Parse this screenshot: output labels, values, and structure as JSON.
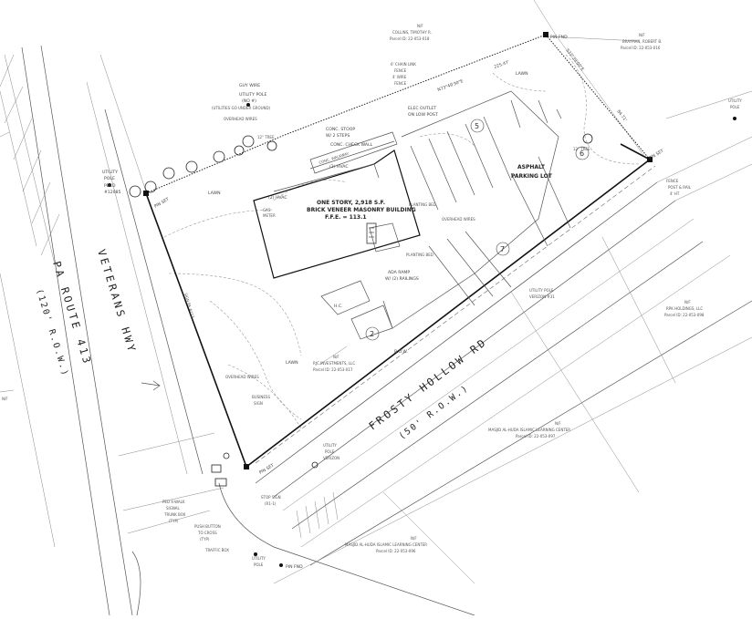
{
  "roads": {
    "route_line1": "PA ROUTE 413",
    "route_line2": "(120' R.O.W.)",
    "veterans": "VETERANS HWY",
    "frosty": "FROSTY HOLLOW RD",
    "frosty_row": "(50' R.O.W.)"
  },
  "building": {
    "line1": "ONE STORY, 2,918 S.F.",
    "line2": "BRICK VENEER MASONRY BUILDING",
    "line3": "F.F.E. = 113.1"
  },
  "labels": {
    "asphalt": "ASPHALT",
    "parking_lot": "PARKING LOT",
    "lawn": "LAWN",
    "pin_set": "PIN SET",
    "pin_fnd": "PIN FND",
    "bearing_top": "N73°49'30\"E",
    "dist_top": "225.47'",
    "bearing_right": "S33°39'00\"E",
    "dist_right": "84.71'",
    "ada_ramp_1": "ADA RAMP",
    "ada_ramp_2": "W/ (2) RAILINGS",
    "hc": "H.C.",
    "row": "R.O.W.",
    "conc_stoop_1": "CONC. STOOP",
    "conc_stoop_2": "W/ 2 STEPS",
    "conc_check_wall": "CONC. CHECK WALL",
    "conc_walkway": "CONC. WALKWAY",
    "elec_outlet_1": "ELEC OUTLET",
    "elec_outlet_2": "ON LOW POST",
    "chain_link_1": "6' CHAIN LINK",
    "chain_link_2": "FENCE",
    "chain_link_3": "4' WIRE",
    "chain_link_4": "FENCE",
    "utility_pole_fnd_1": "UTILITY",
    "utility_pole_fnd_2": "POLE",
    "utility_pole_fnd_3": "PECO",
    "utility_pole_fnd_4": "#12085",
    "guy_wire": "GUY WIRE",
    "utility_pole_2_1": "UTILITY POLE",
    "utility_pole_2_2": "(NO #)",
    "utilities_1": "(UTILITIES GO UNDER GROUND)",
    "overhead_wires": "OVERHEAD WIRES",
    "tree": "12\" TREE",
    "tree_right": "12\" TREE",
    "hvac": "(2) HVAC",
    "gas_meter_1": "GAS",
    "gas_meter_2": "METER",
    "planting_bed": "PLANTING BED",
    "planting_bed_2": "PLANTING BED",
    "overhead_wires_2": "OVERHEAD WIRES",
    "business_sign_1": "BUSINESS",
    "business_sign_2": "SIGN",
    "sign_pa": "SIGN PA #113",
    "ped_xwalk_1": "PED X-WALK",
    "ped_xwalk_2": "SIGNAL",
    "ped_xwalk_3": "TRUNK BOX",
    "ped_xwalk_4": "(TYP)",
    "push_button_1": "PUSH BUTTON",
    "push_button_2": "TO CROSS",
    "push_button_3": "(TYP)",
    "traffic_box": "TRAFFIC BOX",
    "stop_sign_1": "STOP SIGN",
    "stop_sign_2": "(R1-1)",
    "utility_pole_bl_1": "UTILITY",
    "utility_pole_bl_2": "POLE",
    "utility_pole_bl_3": "VERIZON",
    "utility_pole_br_1": "UTILITY POLE",
    "utility_pole_br_2": "VERIZON #31",
    "utility_pole_tr_1": "UTILITY",
    "utility_pole_tr_2": "POLE",
    "fence_post_1": "FENCE",
    "fence_post_2": "POST & RAIL",
    "fence_post_3": "4' HT",
    "utility_bottom_1": "UTILITY",
    "utility_bottom_2": "POLE",
    "stall_5": "5",
    "stall_6": "6",
    "stall_7": "7",
    "stall_2": "2"
  },
  "parcels": {
    "top_1": "N/F",
    "top_2": "COLLINS, TIMOTHY R.",
    "top_3": "Parcel ID: 22-053-018",
    "topright_1": "N/F",
    "topright_2": "BRAYMAN, ROBERT B.",
    "topright_3": "Parcel ID: 22-053-016",
    "right_1": "N/F",
    "right_2": "RPK HOLDINGS, LLC",
    "right_3": "Parcel ID: 22-053-098",
    "center_1": "N/F",
    "center_2": "RJC INVESTMENTS, LLC",
    "center_3": "Parcel ID: 22-053-017",
    "islamic_1": "N/F",
    "islamic_2": "MASJID AL-HUDA ISLAMIC LEARNING CENTER",
    "islamic_3": "Parcel ID: 22-053-097",
    "islamic_b1": "N/F",
    "islamic_b2": "MASJID AL-HUDA ISLAMIC LEARNING CENTER",
    "islamic_b3": "Parcel ID: 22-053-096",
    "left_edge": "N/F"
  }
}
